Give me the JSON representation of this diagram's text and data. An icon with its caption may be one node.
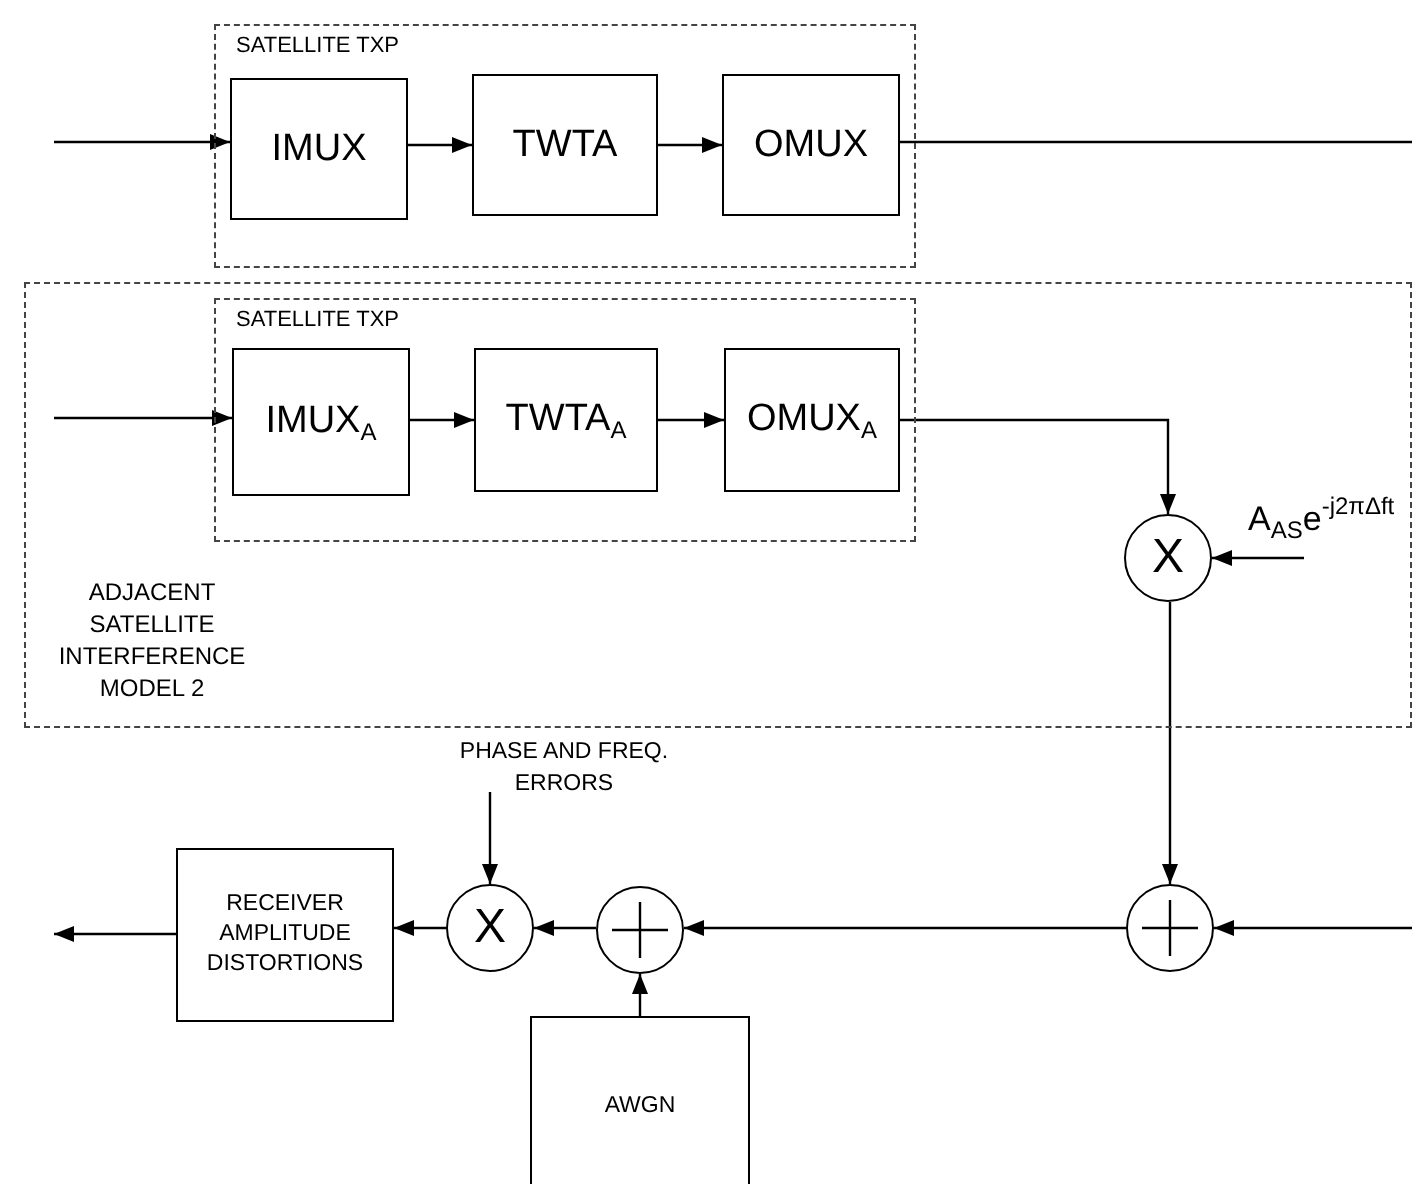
{
  "diagram": {
    "nodes": [
      {
        "text": [
          "SATELLITE TXP"
        ]
      },
      {
        "text": [
          "IMUX"
        ],
        "in": 0
      },
      {
        "text": [
          "TWTA"
        ],
        "in": 0
      },
      {
        "text": [
          "OMUX"
        ],
        "in": 0
      },
      {
        "text": [
          "ADJACENT SATELLITE INTERFERENCE MODEL 2"
        ]
      },
      {
        "text": [
          "SATELLITE TXP"
        ],
        "in": 4
      },
      {
        "text": [
          "IMUX$_{A}$"
        ],
        "in": 5
      },
      {
        "text": [
          "TWTA$_{A}$"
        ],
        "in": 5
      },
      {
        "text": [
          "OMUX$_{A}$"
        ],
        "in": 5
      },
      {
        "text": [
          "X"
        ],
        "in": 4
      },
      {
        "text": [
          "PHASE AND FREQ. ERRORS"
        ]
      },
      {
        "text": [
          "RECEIVER AMPLITUDE DISTORTIONS"
        ]
      },
      {
        "text": [
          "X"
        ]
      },
      {
        "text": [],
        "shape": "circle"
      },
      {
        "text": [],
        "shape": "circle"
      },
      {
        "text": [
          "AWGN"
        ]
      }
    ],
    "edges": [
      {
        "from": null,
        "to": 1,
        "arrow": "to"
      },
      {
        "from": 1,
        "to": 2,
        "arrow": "to"
      },
      {
        "from": 2,
        "to": 3,
        "arrow": "to"
      },
      {
        "from": 3,
        "to": null,
        "arrow": "none"
      },
      {
        "from": null,
        "to": 6,
        "arrow": "to"
      },
      {
        "from": 6,
        "to": 7,
        "arrow": "to"
      },
      {
        "from": 7,
        "to": 8,
        "arrow": "to"
      },
      {
        "from": 8,
        "to": 9,
        "arrow": "to"
      },
      {
        "from": null,
        "to": 9,
        "arrow": "to",
        "label": "A$_{AS}$e$^{-j2πΔft}$"
      },
      {
        "from": 9,
        "to": 14,
        "arrow": "to"
      },
      {
        "from": null,
        "to": 14,
        "arrow": "to"
      },
      {
        "from": 14,
        "to": 13,
        "arrow": "to"
      },
      {
        "from": 15,
        "to": 13,
        "arrow": "to"
      },
      {
        "from": 13,
        "to": 12,
        "arrow": "to"
      },
      {
        "from": 10,
        "to": 12,
        "arrow": "to"
      },
      {
        "from": 12,
        "to": 11,
        "arrow": "to"
      },
      {
        "from": 11,
        "to": null,
        "arrow": "to"
      }
    ]
  }
}
